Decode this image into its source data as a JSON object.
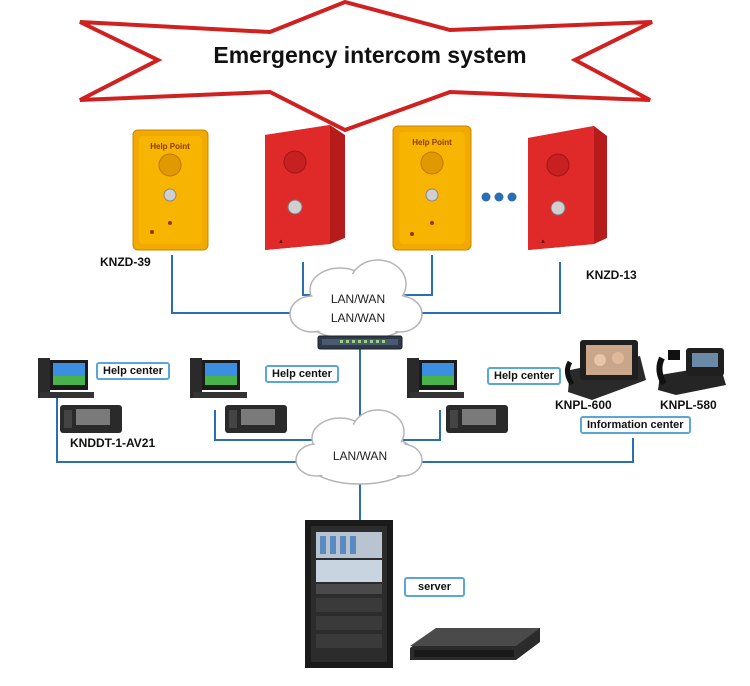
{
  "title": "Emergency intercom system",
  "devices": {
    "help_point_text": "Help Point",
    "knzd39_label": "KNZD-39",
    "knzd13_label": "KNZD-13",
    "ellipsis": "•••"
  },
  "network": {
    "cloud_top_line1": "LAN/WAN",
    "cloud_top_line2": "LAN/WAN",
    "cloud_mid": "LAN/WAN"
  },
  "centers": {
    "help_center_1": "Help center",
    "help_center_2": "Help center",
    "help_center_3": "Help center",
    "knddt_label": "KNDDT-1-AV21",
    "knpl600_label": "KNPL-600",
    "knpl580_label": "KNPL-580",
    "information_center": "Information center"
  },
  "server": {
    "label": "server"
  },
  "colors": {
    "line": "#2b6fb0",
    "star_outline": "#d12020",
    "yellow_box": "#f2a900",
    "red_box": "#e02a2a",
    "label_border": "#5aa6d6"
  }
}
